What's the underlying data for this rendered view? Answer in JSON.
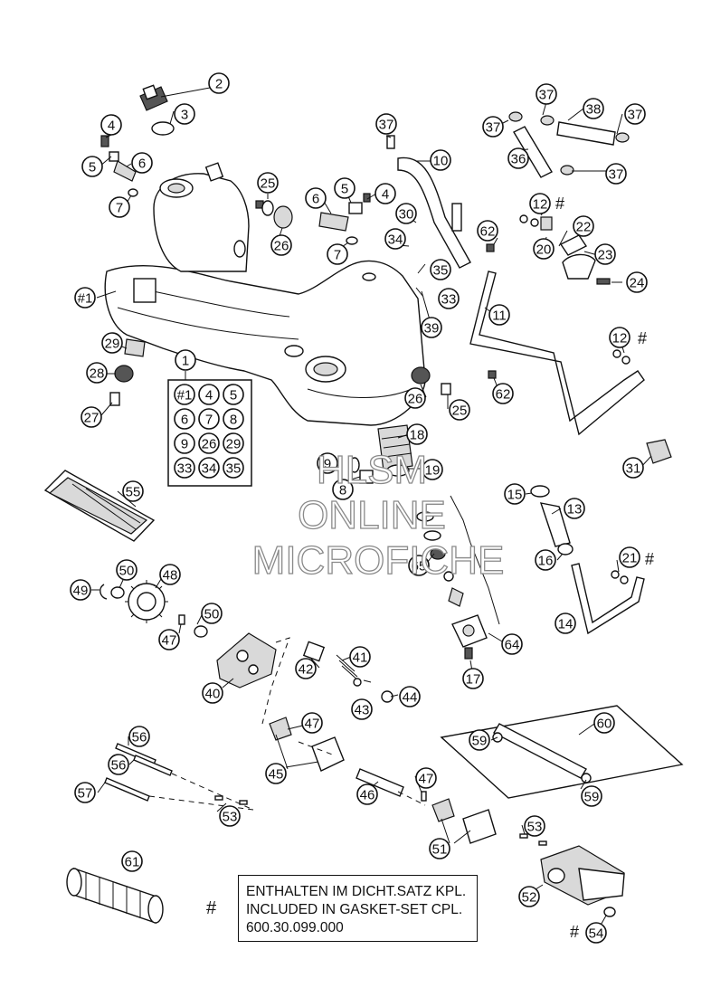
{
  "watermark": {
    "line1": "HLSM",
    "line2": "ONLINE",
    "line3": "MICROFICHE"
  },
  "legend": {
    "marker": "#",
    "line1": "ENTHALTEN IM DICHT.SATZ KPL.",
    "line2": "INCLUDED IN GASKET-SET CPL.",
    "line3": "600.30.099.000"
  },
  "kit_box": {
    "header": "1",
    "items": [
      "#1",
      "4",
      "5",
      "6",
      "7",
      "8",
      "9",
      "26",
      "29",
      "33",
      "34",
      "35"
    ]
  },
  "callouts": [
    {
      "label": "2"
    },
    {
      "label": "3"
    },
    {
      "label": "4"
    },
    {
      "label": "5"
    },
    {
      "label": "6"
    },
    {
      "label": "7"
    },
    {
      "label": "#1"
    },
    {
      "label": "25"
    },
    {
      "label": "26"
    },
    {
      "label": "6"
    },
    {
      "label": "5"
    },
    {
      "label": "4"
    },
    {
      "label": "7"
    },
    {
      "label": "37"
    },
    {
      "label": "10"
    },
    {
      "label": "30"
    },
    {
      "label": "34"
    },
    {
      "label": "35"
    },
    {
      "label": "33"
    },
    {
      "label": "39"
    },
    {
      "label": "37"
    },
    {
      "label": "37"
    },
    {
      "label": "38"
    },
    {
      "label": "37"
    },
    {
      "label": "36"
    },
    {
      "label": "37"
    },
    {
      "label": "12"
    },
    {
      "label": "62"
    },
    {
      "label": "22"
    },
    {
      "label": "20"
    },
    {
      "label": "23"
    },
    {
      "label": "24"
    },
    {
      "label": "11"
    },
    {
      "label": "12"
    },
    {
      "label": "62"
    },
    {
      "label": "29"
    },
    {
      "label": "28"
    },
    {
      "label": "27"
    },
    {
      "label": "26"
    },
    {
      "label": "25"
    },
    {
      "label": "18"
    },
    {
      "label": "19"
    },
    {
      "label": "9"
    },
    {
      "label": "8"
    },
    {
      "label": "31"
    },
    {
      "label": "55"
    },
    {
      "label": "15"
    },
    {
      "label": "13"
    },
    {
      "label": "65"
    },
    {
      "label": "16"
    },
    {
      "label": "21"
    },
    {
      "label": "14"
    },
    {
      "label": "64"
    },
    {
      "label": "17"
    },
    {
      "label": "49"
    },
    {
      "label": "50"
    },
    {
      "label": "48"
    },
    {
      "label": "50"
    },
    {
      "label": "47"
    },
    {
      "label": "40"
    },
    {
      "label": "42"
    },
    {
      "label": "41"
    },
    {
      "label": "43"
    },
    {
      "label": "44"
    },
    {
      "label": "47"
    },
    {
      "label": "45"
    },
    {
      "label": "56"
    },
    {
      "label": "56"
    },
    {
      "label": "57"
    },
    {
      "label": "53"
    },
    {
      "label": "46"
    },
    {
      "label": "47"
    },
    {
      "label": "51"
    },
    {
      "label": "53"
    },
    {
      "label": "60"
    },
    {
      "label": "59"
    },
    {
      "label": "59"
    },
    {
      "label": "61"
    },
    {
      "label": "52"
    },
    {
      "label": "54"
    }
  ],
  "hash_marks": [
    "#",
    "#",
    "#",
    "#"
  ]
}
